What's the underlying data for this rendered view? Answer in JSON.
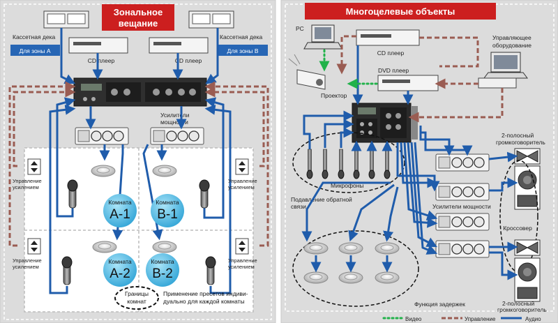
{
  "left_panel": {
    "title_line1": "Зональное",
    "title_line2": "вещание",
    "cassette_left": "Кассетная дека",
    "cassette_right": "Кассетная дека",
    "zone_a": "Для зоны А",
    "zone_b": "Для зоны В",
    "cd_left": "CD плеер",
    "cd_right": "CD плеер",
    "amps_line1": "Усилители",
    "amps_line2": "мощности",
    "gain_line1": "Управление",
    "gain_line2": "усилением",
    "rooms": [
      {
        "word": "Комната",
        "code": "A-1"
      },
      {
        "word": "Комната",
        "code": "B-1"
      },
      {
        "word": "Комната",
        "code": "A-2"
      },
      {
        "word": "Комната",
        "code": "B-2"
      }
    ],
    "boundary_line1": "Границы",
    "boundary_line2": "комнат",
    "preset_line1": "Применение пресетов индиви-",
    "preset_line2": "дуально для каждой комнаты"
  },
  "right_panel": {
    "title": "Многоцелевые объекты",
    "pc": "PC",
    "cd": "CD плеер",
    "control_line1": "Управляющее",
    "control_line2": "оборудование",
    "projector": "Проектор",
    "dvd": "DVD плеер",
    "speaker_top_line1": "2-полосный",
    "speaker_top_line2": "громкоговоритель",
    "microphones": "Микрофоны",
    "feedback_line1": "Подавление обратной",
    "feedback_line2": "связи",
    "amps": "Усилители мощности",
    "crossover": "Кроссовер",
    "speaker_bottom_line1": "2-полосный",
    "speaker_bottom_line2": "громкоговоритель",
    "delay": "Функция задержек"
  },
  "legend": [
    {
      "label": "Видео",
      "color": "#21b24a",
      "style": "dotted"
    },
    {
      "label": "Управление",
      "color": "#9a5c52",
      "style": "dashed"
    },
    {
      "label": "Аудио",
      "color": "#1f5cab",
      "style": "solid"
    }
  ],
  "colors": {
    "audio": "#1f5cab",
    "control": "#9a5c52",
    "video": "#21b24a",
    "title_bg": "#cc1f1f",
    "panel_bg": "#dcdcdc",
    "zone_badge": "#2766b5"
  }
}
